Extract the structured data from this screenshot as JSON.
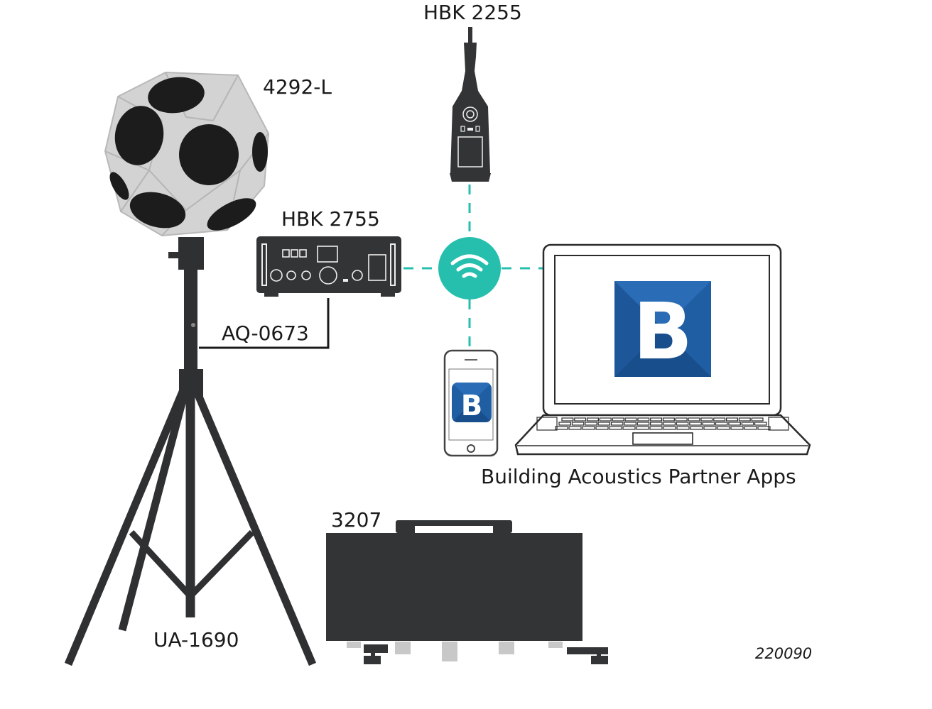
{
  "labels": {
    "sound_source": "4292-L",
    "sound_level_meter": "HBK 2255",
    "amplifier": "HBK 2755",
    "cable": "AQ-0673",
    "tripod": "UA-1690",
    "case": "3207",
    "apps": "Building Acoustics Partner Apps",
    "figure_number": "220090"
  },
  "app_logo_letter": "B",
  "colors": {
    "wifi_teal": "#26bfae",
    "device_dark": "#333435",
    "sphere_grey": "#d5d5d5",
    "app_blue": "#1f5ea3",
    "laptop_outline": "#2b2b2b"
  },
  "icons": [
    "wifi-icon",
    "app-logo-icon"
  ]
}
